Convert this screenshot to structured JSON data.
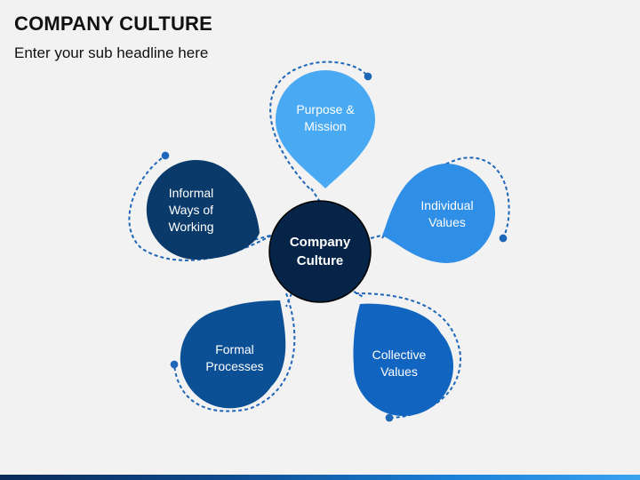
{
  "header": {
    "title": "COMPANY CULTURE",
    "subtitle": "Enter your sub headline here"
  },
  "center": {
    "line1": "Company",
    "line2": "Culture",
    "color": "#062448"
  },
  "petals": [
    {
      "id": "purpose-mission",
      "lines": [
        "Purpose &",
        "Mission"
      ],
      "color": "#4aa9f3"
    },
    {
      "id": "individual-values",
      "lines": [
        "Individual",
        "Values"
      ],
      "color": "#2f8ee6"
    },
    {
      "id": "collective-values",
      "lines": [
        "Collective",
        "Values"
      ],
      "color": "#1165c0"
    },
    {
      "id": "formal-processes",
      "lines": [
        "Formal",
        "Processes"
      ],
      "color": "#0b4f95"
    },
    {
      "id": "informal-ways-of-working",
      "lines": [
        "Informal",
        "Ways of",
        "Working"
      ],
      "color": "#0a3a6a"
    }
  ],
  "colors": {
    "background": "#f2f2f2",
    "dashed_line": "#1e66b8"
  }
}
